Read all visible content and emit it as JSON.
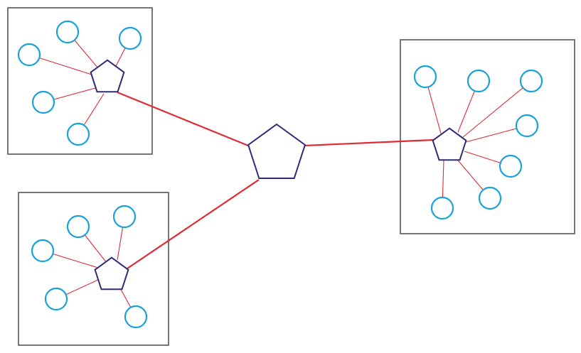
{
  "colors": {
    "box_border": "#555555",
    "link_color": "#e02b35",
    "hub_outline": "#2e2a78",
    "leaf_outline": "#17a3da",
    "background": "#ffffff"
  },
  "diagram": {
    "central_hub": {
      "shape": "pentagon"
    },
    "clusters": [
      {
        "id": "top-left",
        "hub_shape": "pentagon",
        "leaf_count": 5
      },
      {
        "id": "bottom-left",
        "hub_shape": "pentagon",
        "leaf_count": 5
      },
      {
        "id": "right",
        "hub_shape": "pentagon",
        "leaf_count": 7
      }
    ]
  }
}
